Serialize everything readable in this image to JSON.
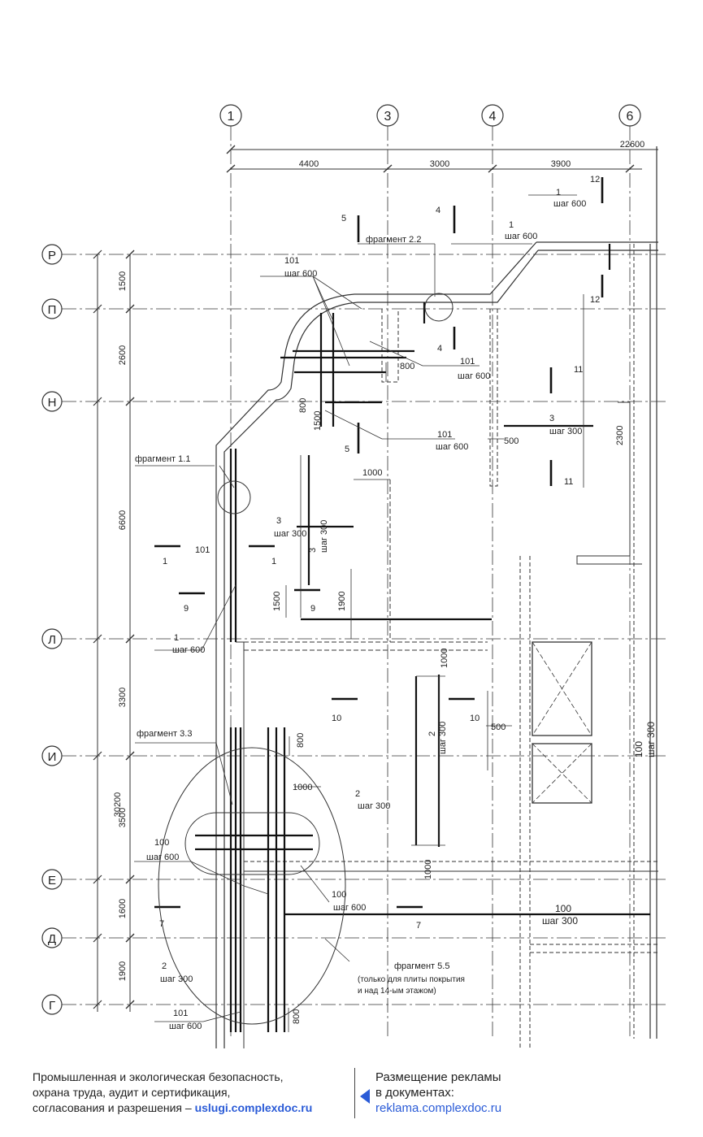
{
  "axes_vertical": [
    {
      "label": "1"
    },
    {
      "label": "3"
    },
    {
      "label": "4"
    },
    {
      "label": "6"
    }
  ],
  "axes_horizontal": [
    {
      "label": "Р"
    },
    {
      "label": "П"
    },
    {
      "label": "Н"
    },
    {
      "label": "Л"
    },
    {
      "label": "И"
    },
    {
      "label": "Е"
    },
    {
      "label": "Д"
    },
    {
      "label": "Г"
    }
  ],
  "dims_top": {
    "total": "22600",
    "segments": [
      "4400",
      "3000",
      "3900"
    ]
  },
  "dims_left": {
    "total": "30200",
    "segments": [
      "1500",
      "2600",
      "6600",
      "3300",
      "3500",
      "1600",
      "1900"
    ]
  },
  "labels": [
    "12",
    "1",
    "шаг 600",
    "5",
    "4",
    "1",
    "шаг 600",
    "фрагмент 2.2",
    "101",
    "шаг 600",
    "12",
    "4",
    "101",
    "шаг 600",
    "800",
    "11",
    "800",
    "101",
    "шаг 600",
    "1500",
    "5",
    "3",
    "шаг 300",
    "500",
    "2300",
    "фрагмент 1.1",
    "1000",
    "11",
    "3",
    "шаг 300",
    "3",
    "шаг 300",
    "101",
    "1",
    "1",
    "9",
    "1500",
    "9",
    "1900",
    "1",
    "шаг 600",
    "1000",
    "10",
    "2",
    "шаг 300",
    "10",
    "500",
    "фрагмент 3.3",
    "800",
    "1000",
    "2",
    "шаг 300",
    "100",
    "шаг 300",
    "100",
    "шаг 600",
    "1000",
    "100",
    "шаг 600",
    "7",
    "7",
    "100",
    "шаг 300",
    "фрагмент 5.5",
    "(только для плиты покрытия",
    "и над 14-ым этажом)",
    "2",
    "шаг 300",
    "101",
    "шаг 600",
    "800"
  ],
  "footer": {
    "left_line1": "Промышленная и экологическая безопасность,",
    "left_line2": "охрана труда, аудит и сертификация,",
    "left_line3": "согласования и разрешения – ",
    "left_link": "uslugi.complexdoc.ru",
    "right_line1": "Размещение рекламы",
    "right_line2": "в документах:",
    "right_link": "reklama.complexdoc.ru"
  }
}
